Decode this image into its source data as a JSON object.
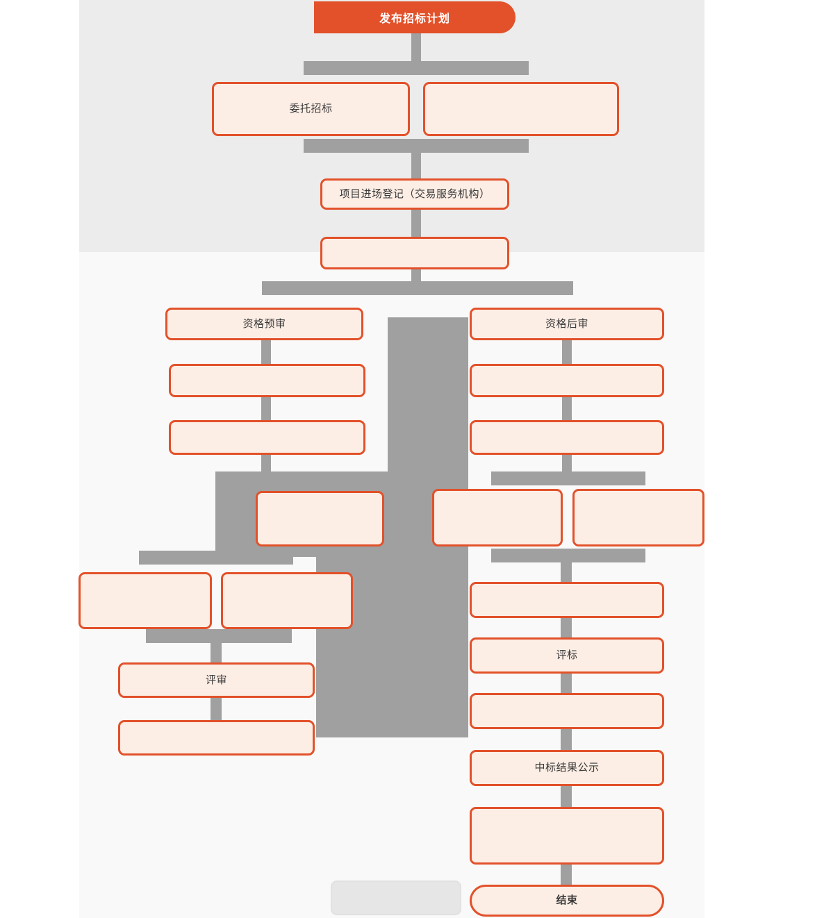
{
  "diagram": {
    "title": "发布招标计划",
    "colors": {
      "accent": "#e2512a",
      "node_fill": "#fdeee5",
      "connector": "#a0a0a0",
      "panel_top": "#ececec",
      "panel_bottom": "#f9f9f9",
      "ghost_fill": "#e6e6e6"
    },
    "nodes": {
      "start": "发布招标计划",
      "entrust_tender": "委托招标",
      "self_tender": "",
      "project_registration": "项目进场登记（交易服务机构）",
      "after_registration": "",
      "prequalification": "资格预审",
      "postqualification": "资格后审",
      "pre_step2": "",
      "pre_step3": "",
      "post_step2": "",
      "post_step3": "",
      "pre_mid": "",
      "post_mid_left": "",
      "post_mid_right": "",
      "pre_low_left": "",
      "pre_low_right": "",
      "post_low": "",
      "review_left": "评审",
      "bid_evaluation": "评标",
      "review_left_last": "",
      "post_after_eval": "",
      "result_publicity": "中标结果公示",
      "post_final": "",
      "ghost_box": "",
      "end": "结束"
    }
  }
}
